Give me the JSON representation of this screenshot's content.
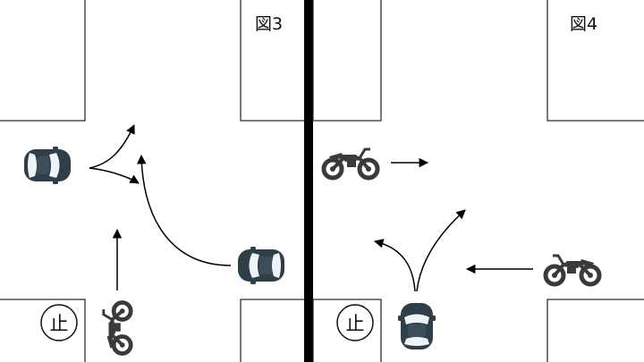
{
  "figures": [
    {
      "label": "図3",
      "stop_sign": "止"
    },
    {
      "label": "図4",
      "stop_sign": "止"
    }
  ],
  "colors": {
    "vehicle_body": "#2f3f4a",
    "vehicle_window": "#eef3f6",
    "road_block_stroke": "#222222",
    "divider": "#000000"
  },
  "icons": [
    "car-icon",
    "motorcycle-icon",
    "arrow-icon",
    "stop-sign-icon"
  ]
}
